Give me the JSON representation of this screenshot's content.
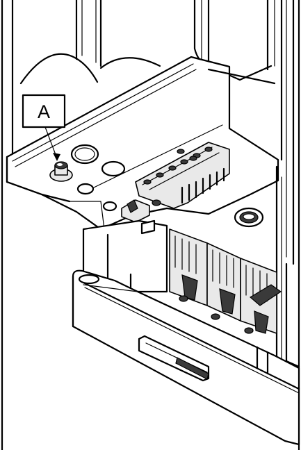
{
  "diagram": {
    "callouts": [
      {
        "id": "A",
        "label": "A",
        "target": "earth-screw"
      }
    ]
  },
  "colors": {
    "line": "#000000",
    "background": "#ffffff",
    "shade": "#e9e9e9",
    "dark": "#3a3a3a"
  }
}
